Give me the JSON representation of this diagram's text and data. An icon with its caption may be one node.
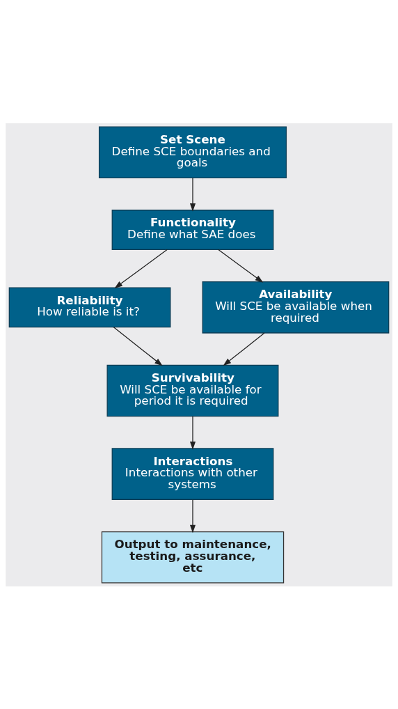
{
  "diagram": {
    "nodes": [
      {
        "text": [
          "Set Scene",
          "Define SCE boundaries and goals"
        ]
      },
      {
        "text": [
          "Functionality",
          "Define what SAE does"
        ]
      },
      {
        "text": [
          "Reliability",
          "How reliable is it?"
        ]
      },
      {
        "text": [
          "Availability",
          "Will SCE be available when required"
        ]
      },
      {
        "text": [
          "Survivability",
          "Will SCE be available for period it is required"
        ]
      },
      {
        "text": [
          "Interactions",
          "Interactions with other systems"
        ]
      },
      {
        "text": [
          "Output to maintenance, testing, assurance, etc"
        ]
      }
    ],
    "edges": [
      {
        "from": 0,
        "to": 1,
        "arrow": "to"
      },
      {
        "from": 1,
        "to": 2,
        "arrow": "to"
      },
      {
        "from": 1,
        "to": 3,
        "arrow": "to"
      },
      {
        "from": 2,
        "to": 4,
        "arrow": "to"
      },
      {
        "from": 3,
        "to": 4,
        "arrow": "to"
      },
      {
        "from": 4,
        "to": 5,
        "arrow": "to"
      },
      {
        "from": 5,
        "to": 6,
        "arrow": "to"
      }
    ]
  }
}
